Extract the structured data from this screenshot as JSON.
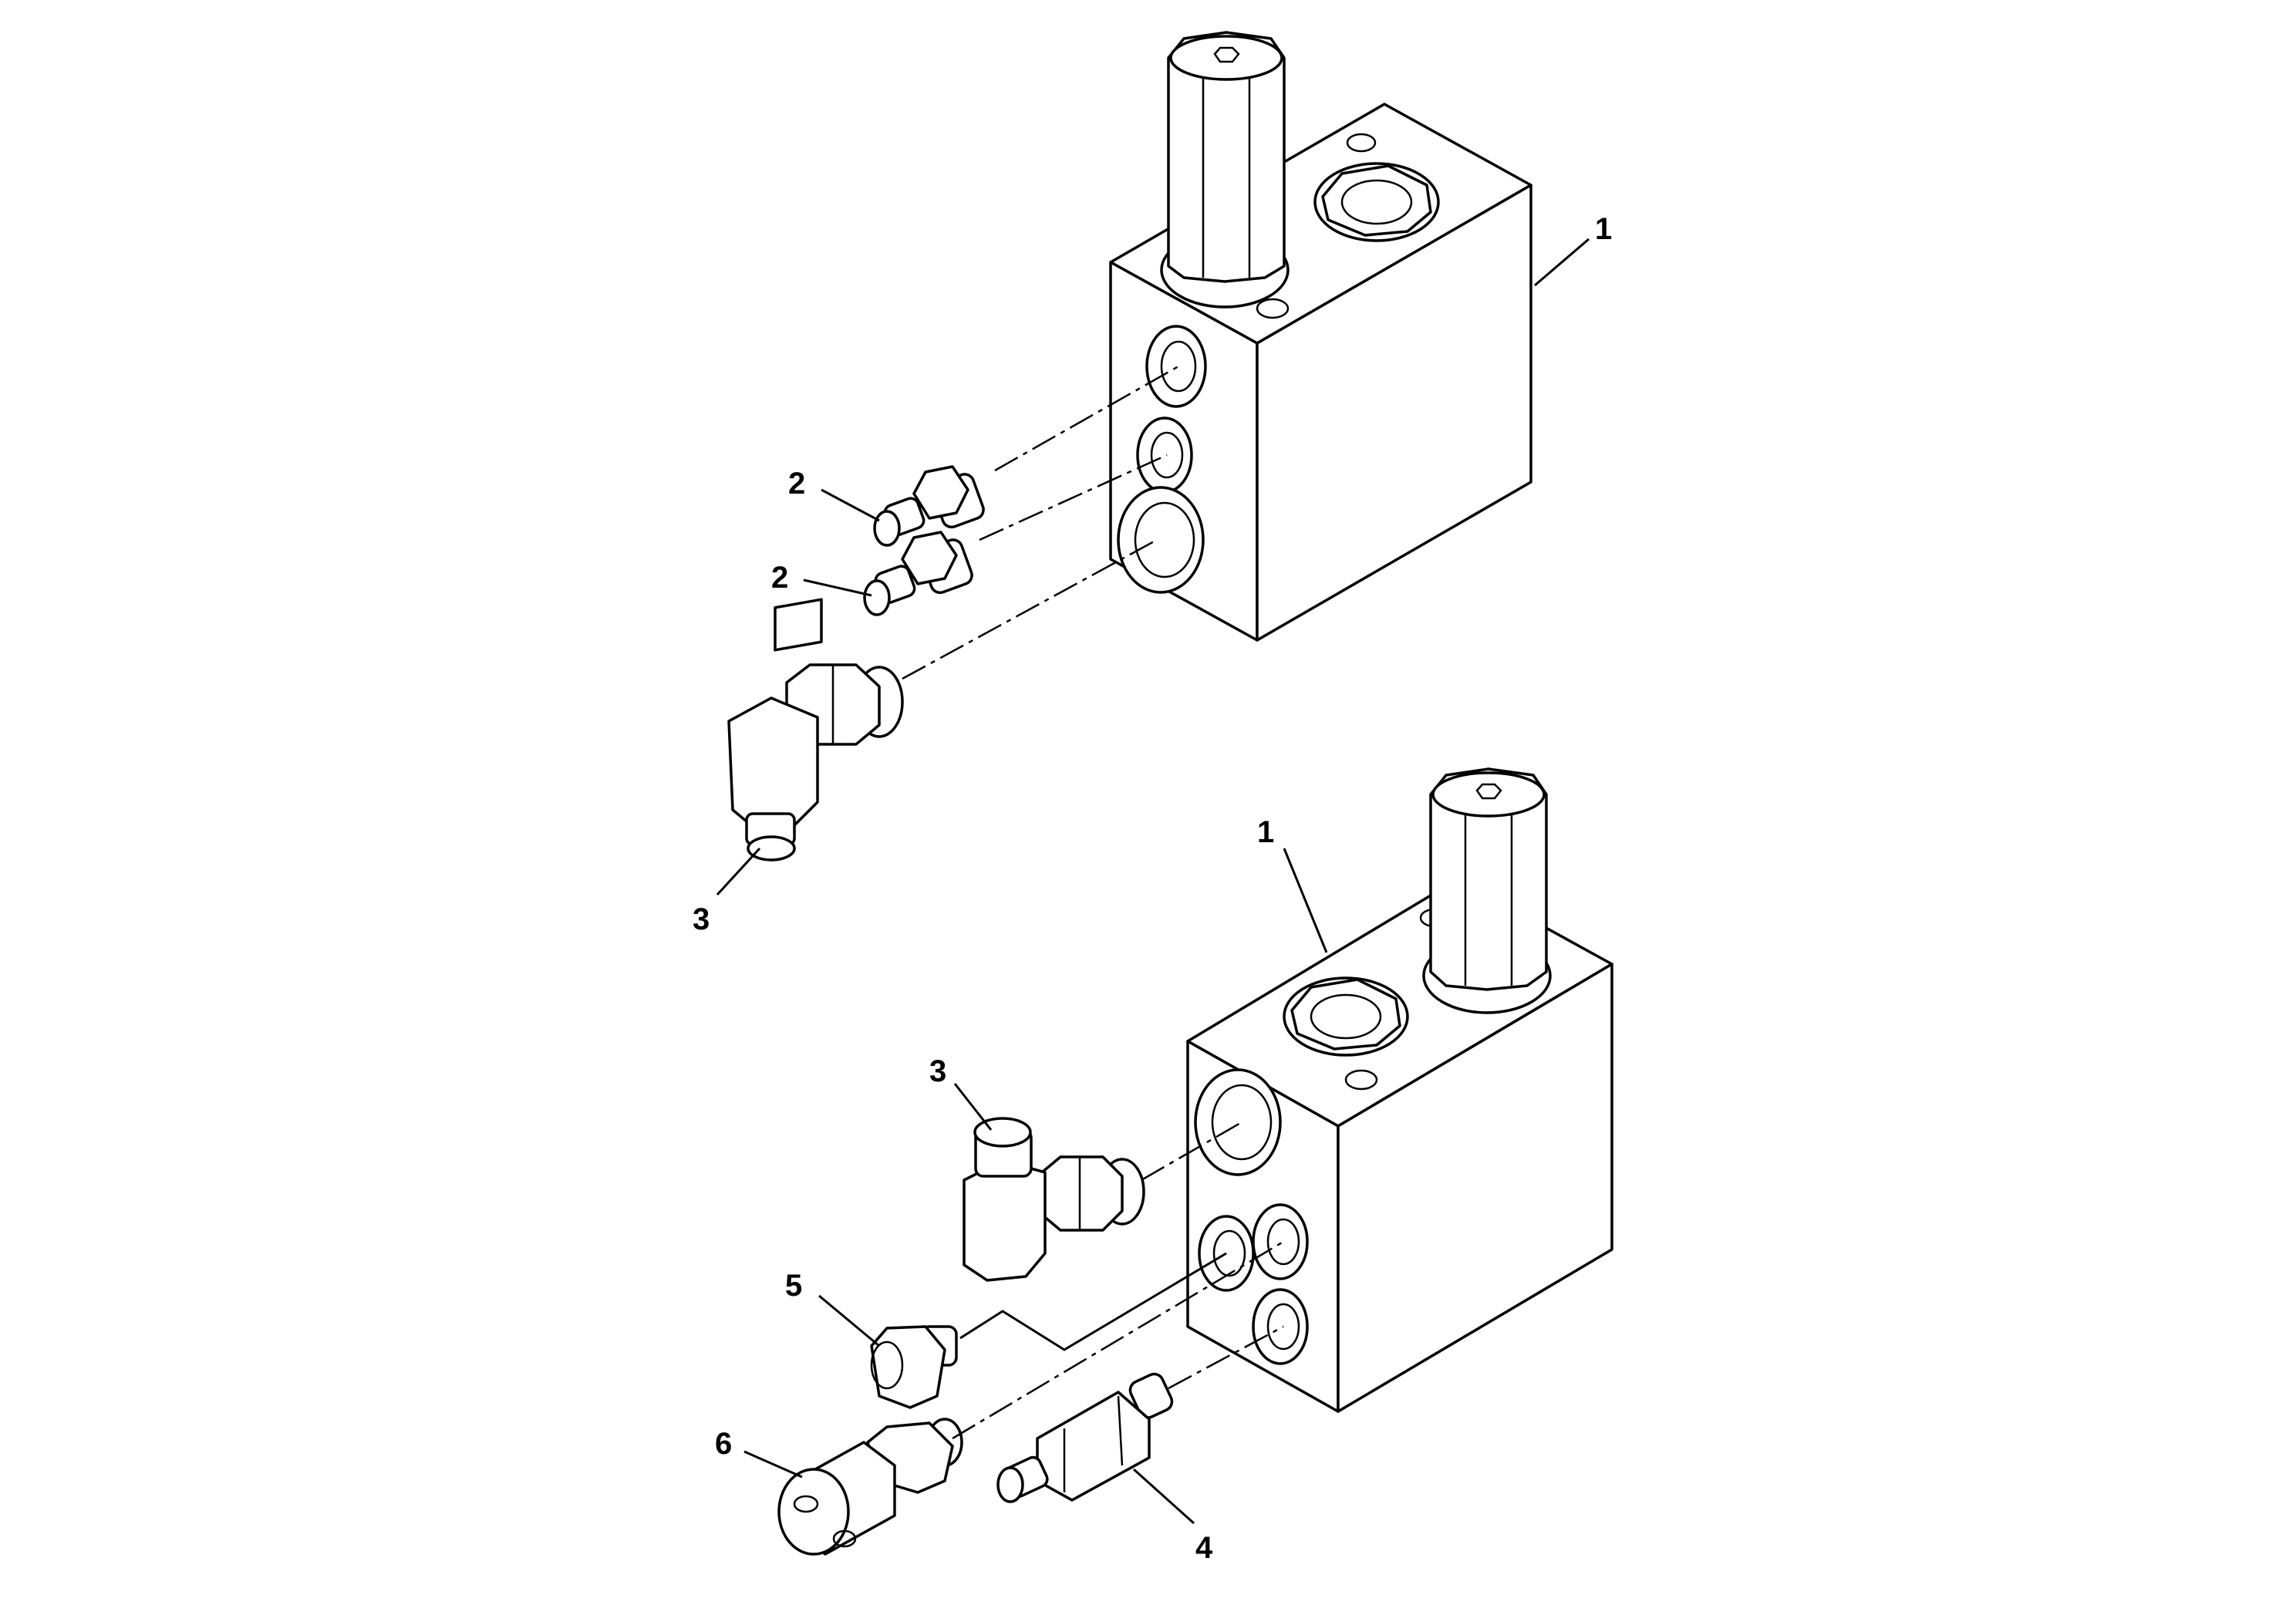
{
  "diagram": {
    "callouts": [
      {
        "id": "c1-upper",
        "label": "1"
      },
      {
        "id": "c2-a",
        "label": "2"
      },
      {
        "id": "c2-b",
        "label": "2"
      },
      {
        "id": "c3-upper",
        "label": "3"
      },
      {
        "id": "c1-lower",
        "label": "1"
      },
      {
        "id": "c3-lower",
        "label": "3"
      },
      {
        "id": "c5",
        "label": "5"
      },
      {
        "id": "c6",
        "label": "6"
      },
      {
        "id": "c4",
        "label": "4"
      }
    ]
  }
}
